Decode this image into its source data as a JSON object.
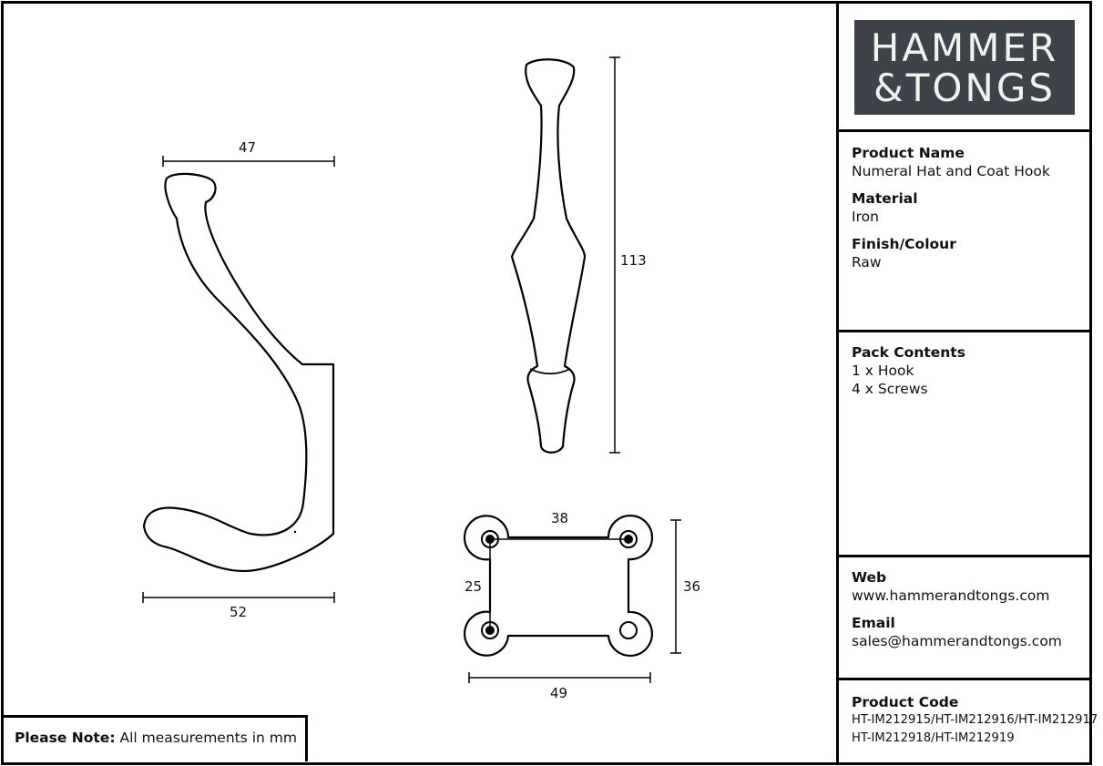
{
  "brand": {
    "line1": "HAMMER",
    "line2": "&TONGS",
    "bg": "#3e4349"
  },
  "product_name": {
    "label": "Product Name",
    "value": "Numeral Hat and Coat Hook"
  },
  "material": {
    "label": "Material",
    "value": "Iron"
  },
  "finish": {
    "label": "Finish/Colour",
    "value": "Raw"
  },
  "pack": {
    "label": "Pack Contents",
    "items": [
      "1 x Hook",
      "4 x Screws"
    ]
  },
  "web": {
    "label": "Web",
    "value": "www.hammerandtongs.com"
  },
  "email": {
    "label": "Email",
    "value": "sales@hammerandtongs.com"
  },
  "product_code": {
    "label": "Product Code",
    "lines": [
      "HT-IM212915/HT-IM212916/HT-IM212917",
      "HT-IM212918/HT-IM212919"
    ]
  },
  "note": {
    "label": "Please Note:",
    "text": "All measurements in mm"
  },
  "dimensions": {
    "hook_top_width": "47",
    "hook_bottom_width": "52",
    "front_height": "113",
    "plate_hole_spacing_h": "38",
    "plate_hole_spacing_v": "25",
    "plate_height": "36",
    "plate_width": "49"
  }
}
